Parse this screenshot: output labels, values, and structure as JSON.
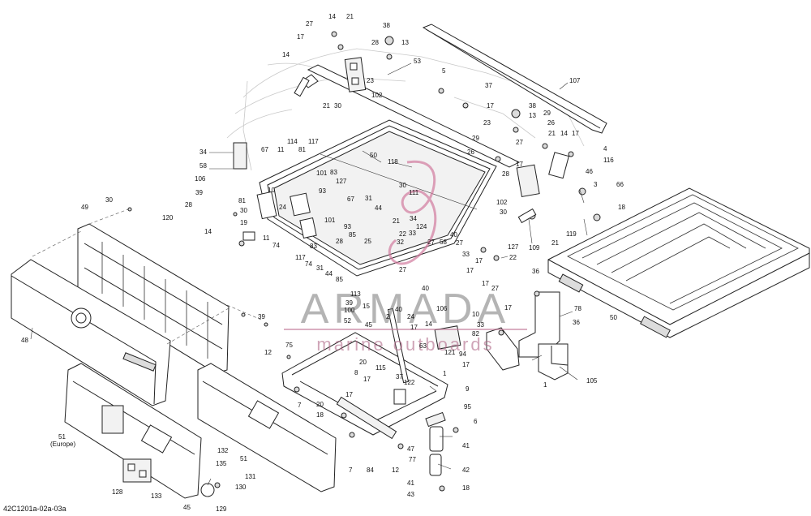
{
  "reference_code": "42C1201a-02a-03a",
  "watermark": {
    "brand": "ARMADA",
    "tagline": "marine outboards"
  },
  "callouts": [
    {
      "id": "c-14a",
      "label": "14"
    },
    {
      "id": "c-21a",
      "label": "21"
    },
    {
      "id": "c-27a",
      "label": "27"
    },
    {
      "id": "c-38a",
      "label": "38"
    },
    {
      "id": "c-17a",
      "label": "17"
    },
    {
      "id": "c-28a",
      "label": "28"
    },
    {
      "id": "c-13a",
      "label": "13"
    },
    {
      "id": "c-14b",
      "label": "14"
    },
    {
      "id": "c-53",
      "label": "53"
    },
    {
      "id": "c-23a",
      "label": "23"
    },
    {
      "id": "c-5",
      "label": "5"
    },
    {
      "id": "c-107",
      "label": "107"
    },
    {
      "id": "c-37a",
      "label": "37"
    },
    {
      "id": "c-102a",
      "label": "102"
    },
    {
      "id": "c-21b",
      "label": "21"
    },
    {
      "id": "c-30a",
      "label": "30"
    },
    {
      "id": "c-17b",
      "label": "17"
    },
    {
      "id": "c-38b",
      "label": "38"
    },
    {
      "id": "c-29a",
      "label": "29"
    },
    {
      "id": "c-13b",
      "label": "13"
    },
    {
      "id": "c-23b",
      "label": "23"
    },
    {
      "id": "c-26a",
      "label": "26"
    },
    {
      "id": "c-21c",
      "label": "21"
    },
    {
      "id": "c-14c",
      "label": "14"
    },
    {
      "id": "c-17c",
      "label": "17"
    },
    {
      "id": "c-29b",
      "label": "29"
    },
    {
      "id": "c-27b",
      "label": "27"
    },
    {
      "id": "c-4",
      "label": "4"
    },
    {
      "id": "c-26b",
      "label": "26"
    },
    {
      "id": "c-116",
      "label": "116"
    },
    {
      "id": "c-17d",
      "label": "17"
    },
    {
      "id": "c-46",
      "label": "46"
    },
    {
      "id": "c-28b",
      "label": "28"
    },
    {
      "id": "c-34",
      "label": "34"
    },
    {
      "id": "c-67a",
      "label": "67"
    },
    {
      "id": "c-11a",
      "label": "11"
    },
    {
      "id": "c-114a",
      "label": "114"
    },
    {
      "id": "c-81a",
      "label": "81"
    },
    {
      "id": "c-117a",
      "label": "117"
    },
    {
      "id": "c-50a",
      "label": "50"
    },
    {
      "id": "c-118",
      "label": "118"
    },
    {
      "id": "c-58a",
      "label": "58"
    },
    {
      "id": "c-101a",
      "label": "101"
    },
    {
      "id": "c-83a",
      "label": "83"
    },
    {
      "id": "c-127a",
      "label": "127"
    },
    {
      "id": "c-3",
      "label": "3"
    },
    {
      "id": "c-66",
      "label": "66"
    },
    {
      "id": "c-106",
      "label": "106"
    },
    {
      "id": "c-10a",
      "label": "10"
    },
    {
      "id": "c-93a",
      "label": "93"
    },
    {
      "id": "c-30b",
      "label": "30"
    },
    {
      "id": "c-39a",
      "label": "39"
    },
    {
      "id": "c-81b",
      "label": "81"
    },
    {
      "id": "c-67b",
      "label": "67"
    },
    {
      "id": "c-31a",
      "label": "31"
    },
    {
      "id": "c-111",
      "label": "111"
    },
    {
      "id": "c-102b",
      "label": "102"
    },
    {
      "id": "c-30c",
      "label": "30"
    },
    {
      "id": "c-18a",
      "label": "18"
    },
    {
      "id": "c-30d",
      "label": "30"
    },
    {
      "id": "c-49",
      "label": "49"
    },
    {
      "id": "c-28c",
      "label": "28"
    },
    {
      "id": "c-24a",
      "label": "24"
    },
    {
      "id": "c-44a",
      "label": "44"
    },
    {
      "id": "c-21d",
      "label": "21"
    },
    {
      "id": "c-119",
      "label": "119"
    },
    {
      "id": "c-120",
      "label": "120"
    },
    {
      "id": "c-30e",
      "label": "30"
    },
    {
      "id": "c-19a",
      "label": "19"
    },
    {
      "id": "c-101b",
      "label": "101"
    },
    {
      "id": "c-34b",
      "label": "34"
    },
    {
      "id": "c-14d",
      "label": "14"
    },
    {
      "id": "c-11b",
      "label": "11"
    },
    {
      "id": "c-74a",
      "label": "74"
    },
    {
      "id": "c-83b",
      "label": "83"
    },
    {
      "id": "c-25",
      "label": "25"
    },
    {
      "id": "c-22a",
      "label": "22"
    },
    {
      "id": "c-33a",
      "label": "33"
    },
    {
      "id": "c-40a",
      "label": "40"
    },
    {
      "id": "c-127b",
      "label": "127"
    },
    {
      "id": "c-109",
      "label": "109"
    },
    {
      "id": "c-21e",
      "label": "21"
    },
    {
      "id": "c-28d",
      "label": "28"
    },
    {
      "id": "c-93b",
      "label": "93"
    },
    {
      "id": "c-85",
      "label": "85"
    },
    {
      "id": "c-32",
      "label": "32"
    },
    {
      "id": "c-124",
      "label": "124"
    },
    {
      "id": "c-58b",
      "label": "58"
    },
    {
      "id": "c-27c",
      "label": "27"
    },
    {
      "id": "c-22b",
      "label": "22"
    },
    {
      "id": "c-117b",
      "label": "117"
    },
    {
      "id": "c-74b",
      "label": "74"
    },
    {
      "id": "c-27d",
      "label": "27"
    },
    {
      "id": "c-33b",
      "label": "33"
    },
    {
      "id": "c-17e",
      "label": "17"
    },
    {
      "id": "c-36a",
      "label": "36"
    },
    {
      "id": "c-31b",
      "label": "31"
    },
    {
      "id": "c-44b",
      "label": "44"
    },
    {
      "id": "c-27e",
      "label": "27"
    },
    {
      "id": "c-17f",
      "label": "17"
    },
    {
      "id": "c-85b",
      "label": "85"
    },
    {
      "id": "c-113",
      "label": "113"
    },
    {
      "id": "c-27f",
      "label": "27"
    },
    {
      "id": "c-17g",
      "label": "17"
    },
    {
      "id": "c-40b",
      "label": "40"
    },
    {
      "id": "c-15",
      "label": "15"
    },
    {
      "id": "c-2",
      "label": "2"
    },
    {
      "id": "c-24b",
      "label": "24"
    },
    {
      "id": "c-106b",
      "label": "106"
    },
    {
      "id": "c-10b",
      "label": "10"
    },
    {
      "id": "c-50b",
      "label": "50"
    },
    {
      "id": "c-78",
      "label": "78"
    },
    {
      "id": "c-36b",
      "label": "36"
    },
    {
      "id": "c-17h",
      "label": "17"
    },
    {
      "id": "c-39b",
      "label": "39"
    },
    {
      "id": "c-39c",
      "label": "39"
    },
    {
      "id": "c-100",
      "label": "100"
    },
    {
      "id": "c-52",
      "label": "52"
    },
    {
      "id": "c-45a",
      "label": "45"
    },
    {
      "id": "c-40c",
      "label": "40"
    },
    {
      "id": "c-17i",
      "label": "17"
    },
    {
      "id": "c-14e",
      "label": "14"
    },
    {
      "id": "c-82",
      "label": "82"
    },
    {
      "id": "c-33c",
      "label": "33"
    },
    {
      "id": "c-75",
      "label": "75"
    },
    {
      "id": "c-63",
      "label": "63"
    },
    {
      "id": "c-121",
      "label": "121"
    },
    {
      "id": "c-94",
      "label": "94"
    },
    {
      "id": "c-48",
      "label": "48"
    },
    {
      "id": "c-12a",
      "label": "12"
    },
    {
      "id": "c-20a",
      "label": "20"
    },
    {
      "id": "c-115",
      "label": "115"
    },
    {
      "id": "c-17j",
      "label": "17"
    },
    {
      "id": "c-105",
      "label": "105"
    },
    {
      "id": "c-8",
      "label": "8"
    },
    {
      "id": "c-37b",
      "label": "37"
    },
    {
      "id": "c-17k",
      "label": "17"
    },
    {
      "id": "c-122",
      "label": "122"
    },
    {
      "id": "c-1a",
      "label": "1"
    },
    {
      "id": "c-1b",
      "label": "1"
    },
    {
      "id": "c-9",
      "label": "9"
    },
    {
      "id": "c-7a",
      "label": "7"
    },
    {
      "id": "c-17l",
      "label": "17"
    },
    {
      "id": "c-20b",
      "label": "20"
    },
    {
      "id": "c-95",
      "label": "95"
    },
    {
      "id": "c-18b",
      "label": "18"
    },
    {
      "id": "c-6",
      "label": "6"
    },
    {
      "id": "c-51a",
      "label": "51"
    },
    {
      "id": "c-europe",
      "label": "(Europe)"
    },
    {
      "id": "c-47",
      "label": "47"
    },
    {
      "id": "c-41a",
      "label": "41"
    },
    {
      "id": "c-132",
      "label": "132"
    },
    {
      "id": "c-51b",
      "label": "51"
    },
    {
      "id": "c-135",
      "label": "135"
    },
    {
      "id": "c-77",
      "label": "77"
    },
    {
      "id": "c-7b",
      "label": "7"
    },
    {
      "id": "c-84",
      "label": "84"
    },
    {
      "id": "c-12b",
      "label": "12"
    },
    {
      "id": "c-42",
      "label": "42"
    },
    {
      "id": "c-131",
      "label": "131"
    },
    {
      "id": "c-128",
      "label": "128"
    },
    {
      "id": "c-133",
      "label": "133"
    },
    {
      "id": "c-130",
      "label": "130"
    },
    {
      "id": "c-41b",
      "label": "41"
    },
    {
      "id": "c-18c",
      "label": "18"
    },
    {
      "id": "c-43",
      "label": "43"
    },
    {
      "id": "c-45b",
      "label": "45"
    },
    {
      "id": "c-129",
      "label": "129"
    }
  ]
}
